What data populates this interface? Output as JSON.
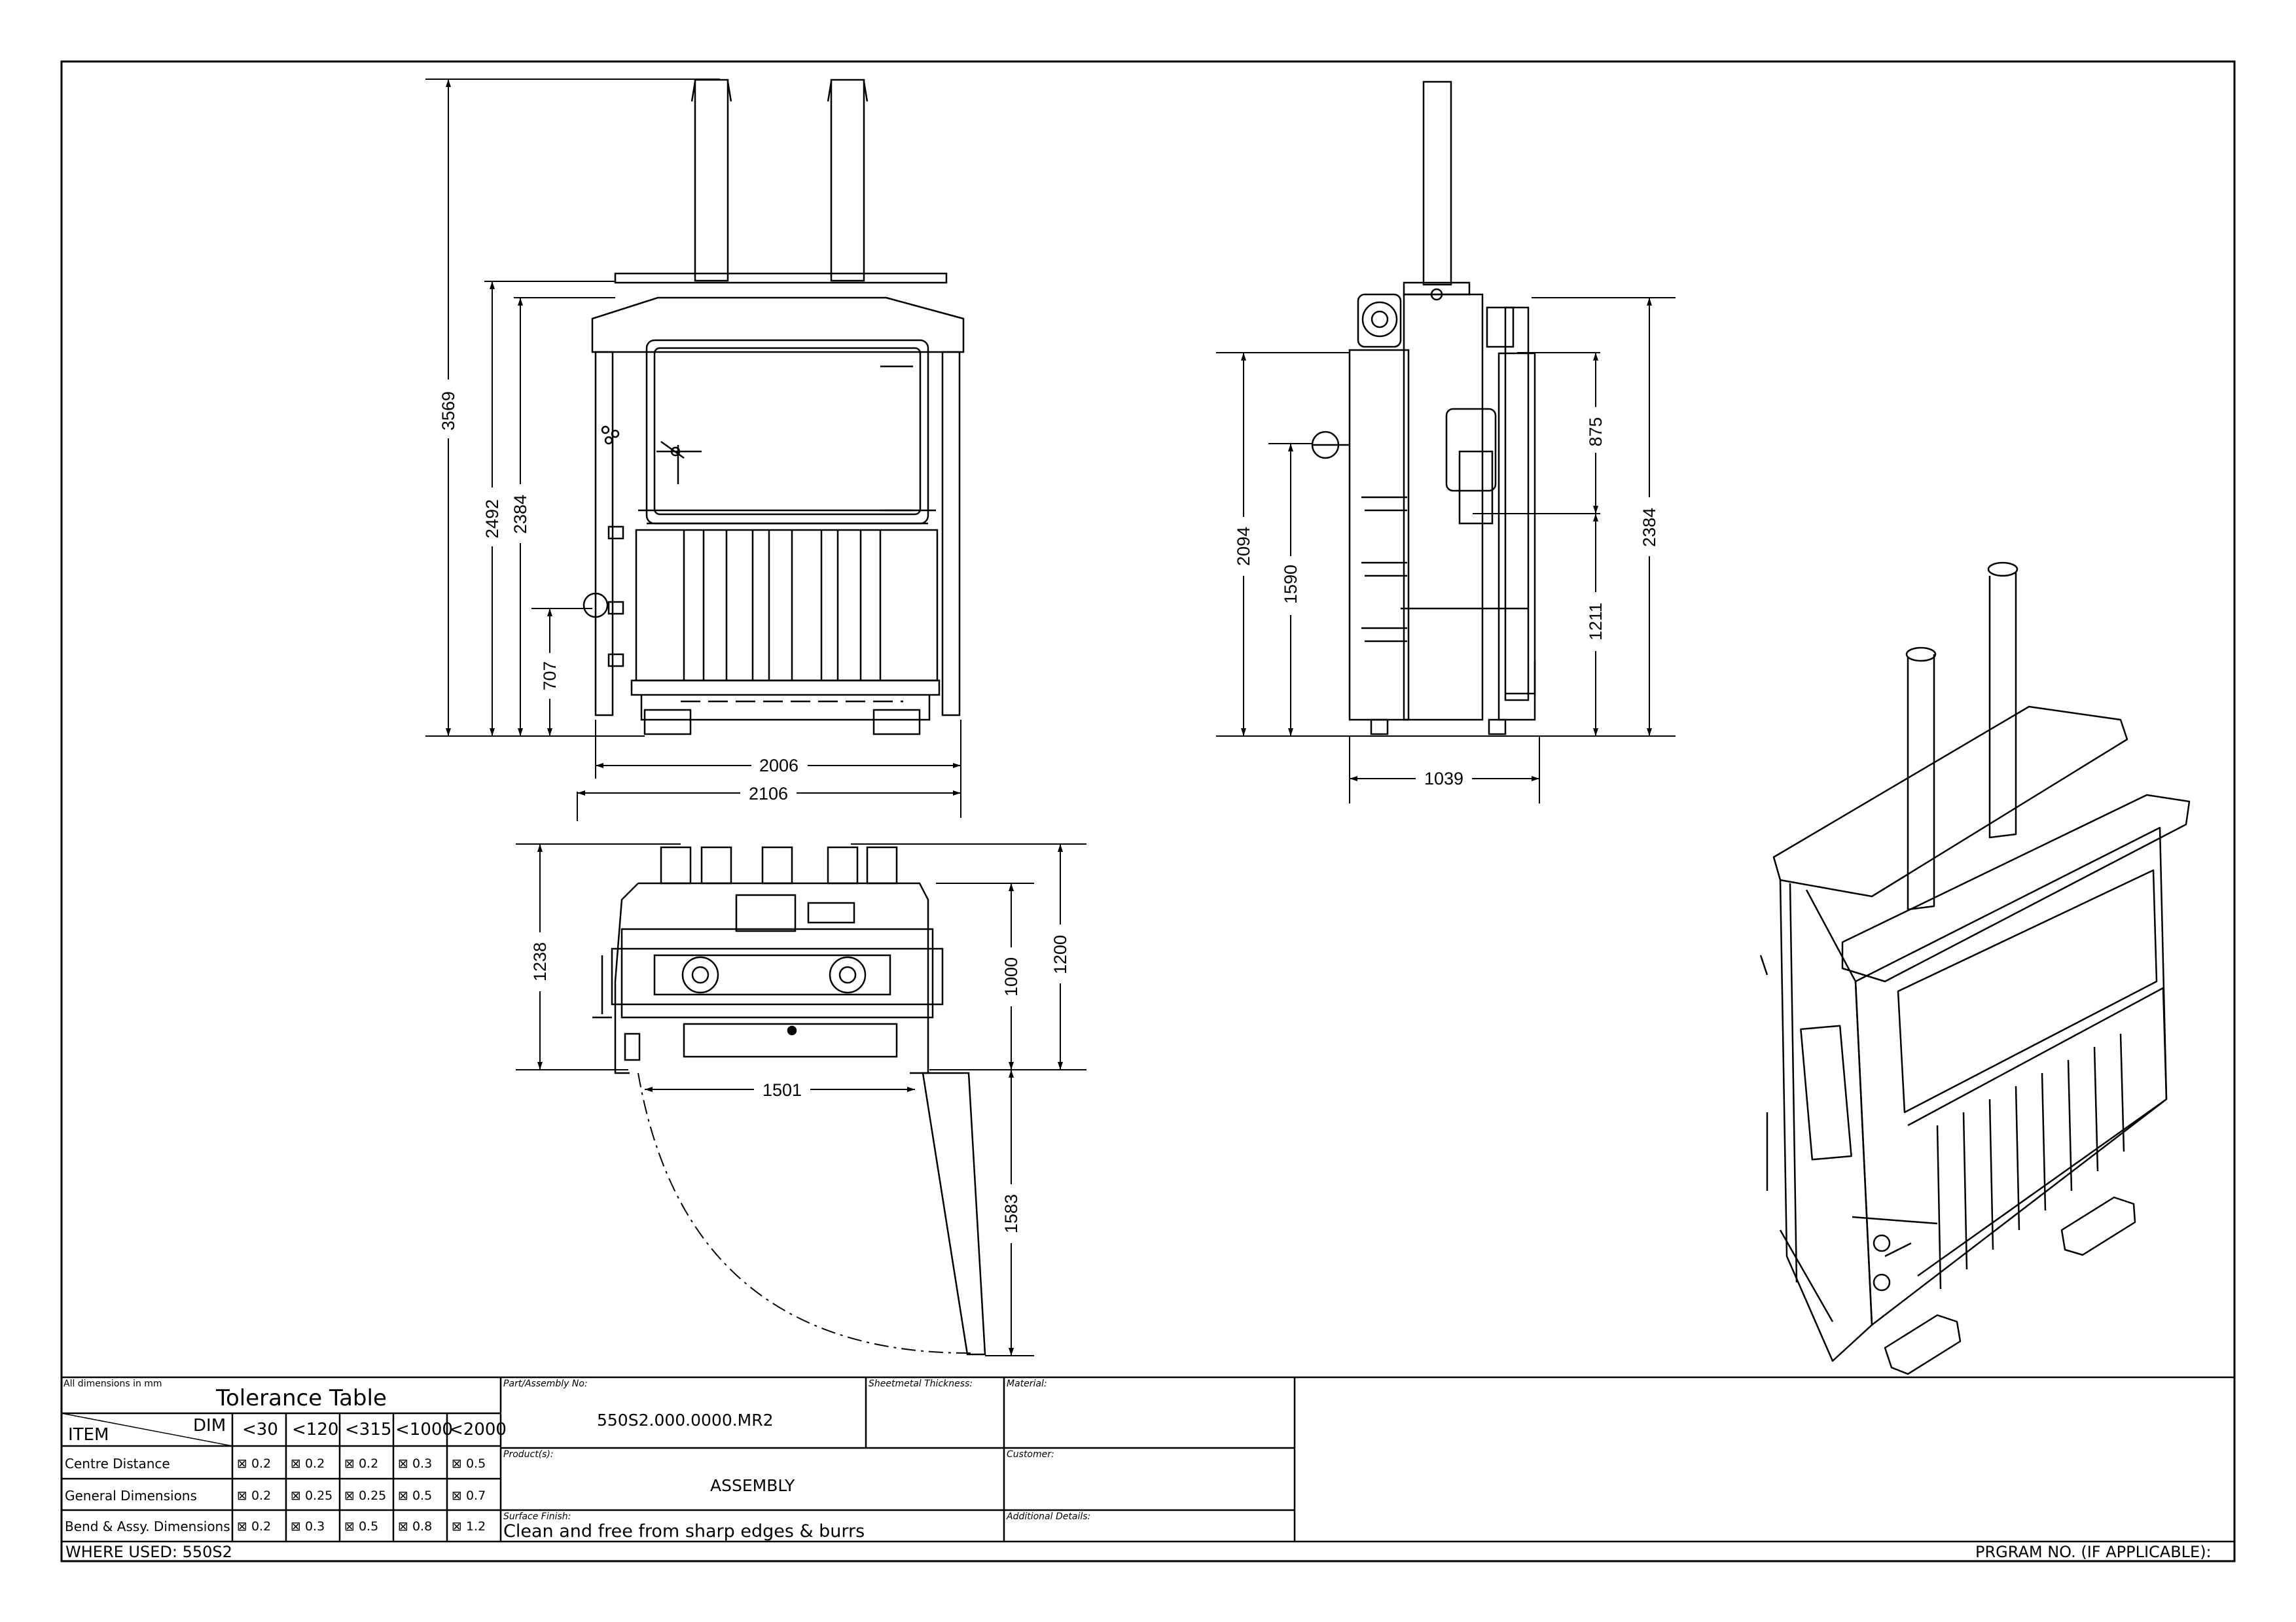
{
  "views": {
    "front": {
      "dims": [
        "3569",
        "2492",
        "2384",
        "707",
        "2006",
        "2106"
      ]
    },
    "side": {
      "dims": [
        "2094",
        "1590",
        "875",
        "1211",
        "2384",
        "1039"
      ]
    },
    "top": {
      "dims": [
        "1238",
        "1000",
        "1200",
        "1501",
        "1583"
      ]
    }
  },
  "title_block": {
    "units_note": "All dimensions in mm",
    "tolerance_title": "Tolerance Table",
    "item_header": "ITEM",
    "dim_header": "DIM",
    "columns": [
      "<30",
      "<120",
      "<315",
      "<1000",
      "<2000"
    ],
    "rows": [
      {
        "label": "Centre Distance",
        "values": [
          "⊠ 0.2",
          "⊠ 0.2",
          "⊠ 0.2",
          "⊠ 0.3",
          "⊠ 0.5"
        ]
      },
      {
        "label": "General Dimensions",
        "values": [
          "⊠ 0.2",
          "⊠ 0.25",
          "⊠ 0.25",
          "⊠ 0.5",
          "⊠ 0.7"
        ]
      },
      {
        "label": "Bend & Assy. Dimensions",
        "values": [
          "⊠ 0.2",
          "⊠ 0.3",
          "⊠ 0.5",
          "⊠ 0.8",
          "⊠ 1.2"
        ]
      }
    ],
    "part_label": "Part/Assembly No:",
    "part_no": "550S2.000.0000.MR2",
    "sheetmetal_label": "Sheetmetal Thickness:",
    "material_label": "Material:",
    "products_label": "Product(s):",
    "product": "ASSEMBLY",
    "customer_label": "Customer:",
    "finish_label": "Surface Finish:",
    "finish": "Clean and free from sharp edges & burrs",
    "additional_label": "Additional Details:",
    "where_used": "WHERE USED: 550S2",
    "program_no": "PRGRAM NO. (IF APPLICABLE):"
  }
}
